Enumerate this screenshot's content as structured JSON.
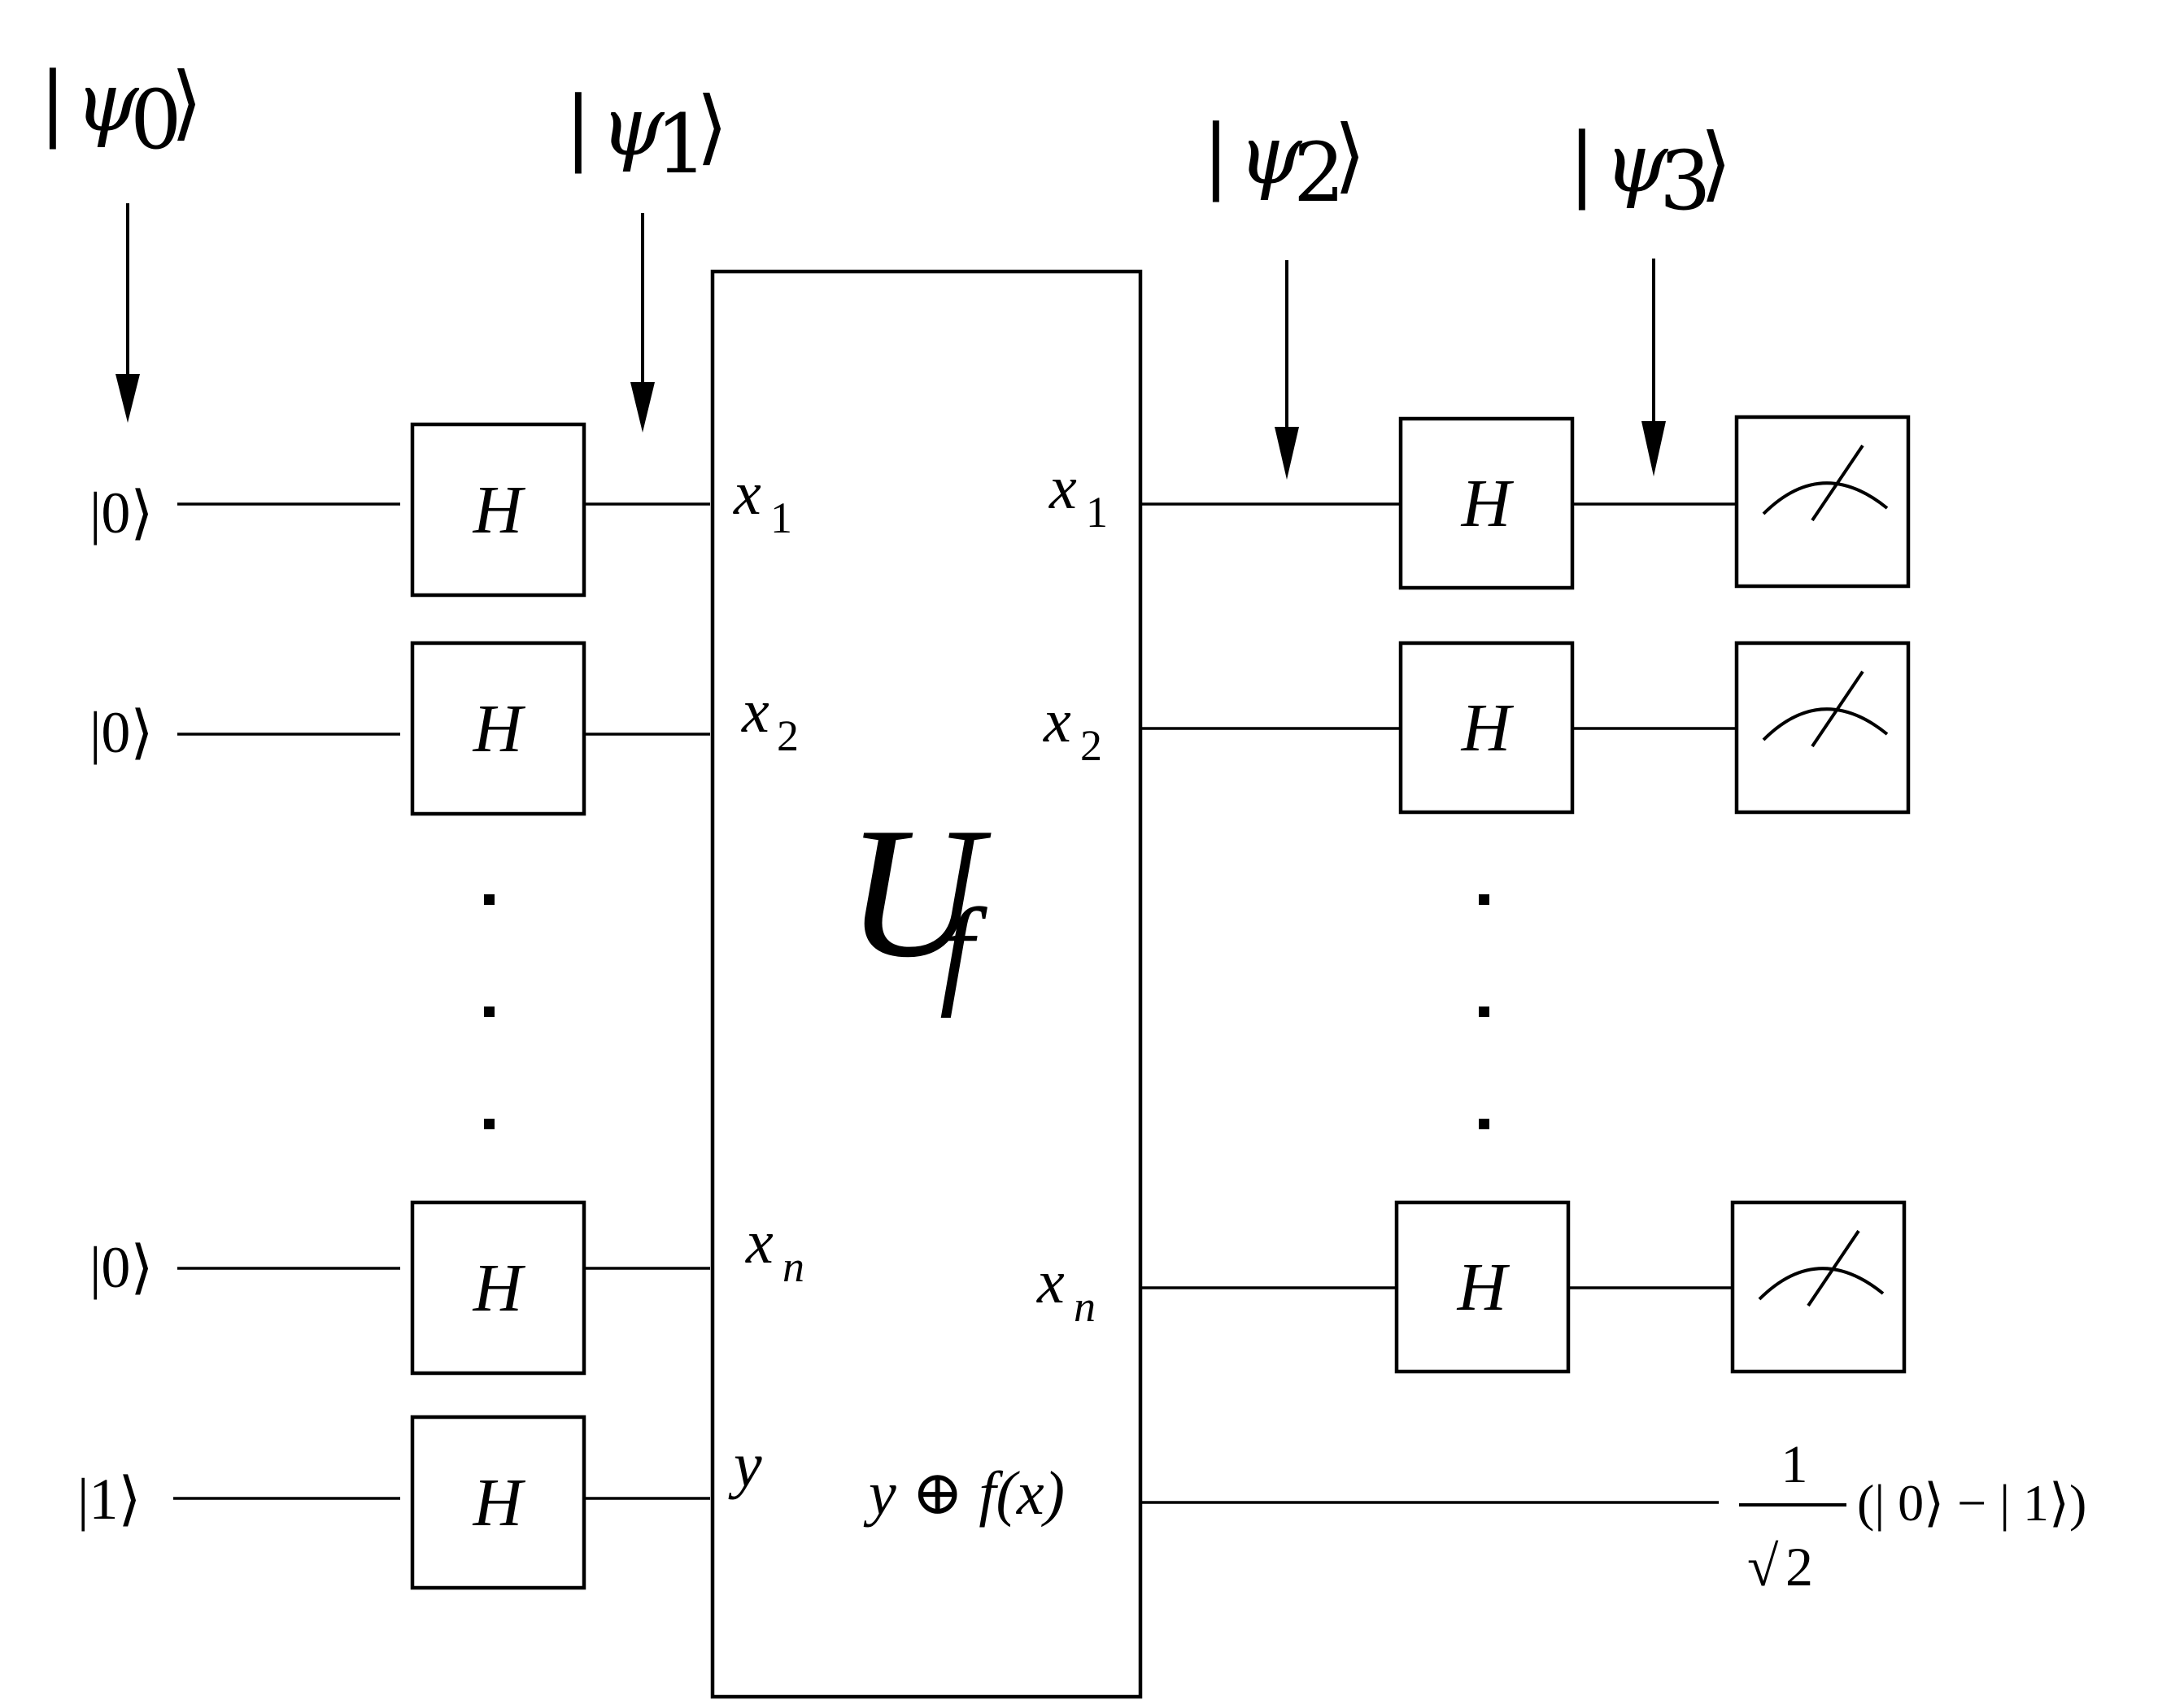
{
  "state_labels": {
    "psi0": {
      "bra": "|",
      "psi": "ψ",
      "sub": "0",
      "ket": "⟩"
    },
    "psi1": {
      "bra": "|",
      "psi": "ψ",
      "sub": "1",
      "ket": "⟩"
    },
    "psi2": {
      "bra": "|",
      "psi": "ψ",
      "sub": "2",
      "ket": "⟩"
    },
    "psi3": {
      "bra": "|",
      "psi": "ψ",
      "sub": "3",
      "ket": "⟩"
    }
  },
  "inputs": {
    "q1": "|0⟩",
    "q2": "|0⟩",
    "qn": "|0⟩",
    "ancilla": "|1⟩"
  },
  "gates": {
    "hadamard": "H"
  },
  "oracle": {
    "name": "U",
    "subscript": "f",
    "in": {
      "x1": {
        "base": "x",
        "sub": "1"
      },
      "x2": {
        "base": "x",
        "sub": "2"
      },
      "xn": {
        "base": "x",
        "sub": "n"
      },
      "y": {
        "base": "y"
      }
    },
    "out": {
      "x1": {
        "base": "x",
        "sub": "1"
      },
      "x2": {
        "base": "x",
        "sub": "2"
      },
      "xn": {
        "base": "x",
        "sub": "n"
      },
      "y": "y ⊕ f(x)"
    }
  },
  "output_state": {
    "numerator": "1",
    "denominator_root": "√",
    "denominator_value": "2",
    "expression": "(| 0⟩ − | 1⟩)"
  },
  "ellipsis_glyph": "·"
}
